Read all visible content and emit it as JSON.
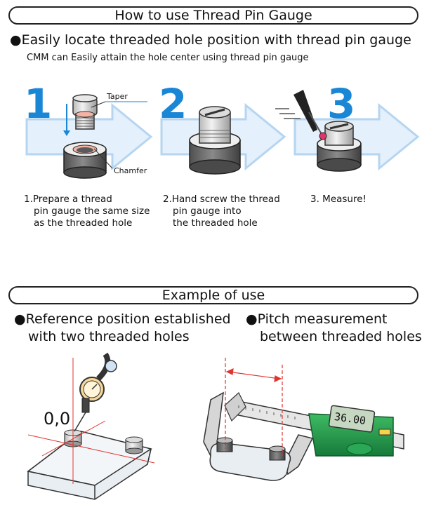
{
  "section_how": {
    "title": "How to use Thread Pin Gauge",
    "headline": "Easily locate threaded hole position with thread pin gauge",
    "subline": "CMM can Easily attain the hole center using thread pin gauge",
    "bullet_symbol": "●"
  },
  "steps": [
    {
      "number": "1",
      "caption_lines": [
        "1.Prepare a thread",
        "pin gauge the same size",
        "as the threaded hole"
      ]
    },
    {
      "number": "2",
      "caption_lines": [
        "2.Hand screw the thread",
        "pin gauge into",
        "the threaded hole"
      ]
    },
    {
      "number": "3",
      "caption_lines": [
        "3. Measure!"
      ]
    }
  ],
  "callouts": {
    "taper": "Taper",
    "chamfer": "Chamfer"
  },
  "section_example": {
    "title": "Example of use",
    "left_heading": [
      "Reference position established",
      "with two threaded holes"
    ],
    "right_heading": [
      "Pitch measurement",
      "between threaded holes"
    ],
    "origin_label": "0,0",
    "caliper_reading": "36.00"
  },
  "colors": {
    "arrow_fill": "#d6e8f8",
    "arrow_stroke": "#a9cdef",
    "number_blue": "#1a86d6",
    "caliper_green": "#1f9a4b",
    "red_line": "#e0342e",
    "gauge_pink": "#f4b3a5"
  }
}
